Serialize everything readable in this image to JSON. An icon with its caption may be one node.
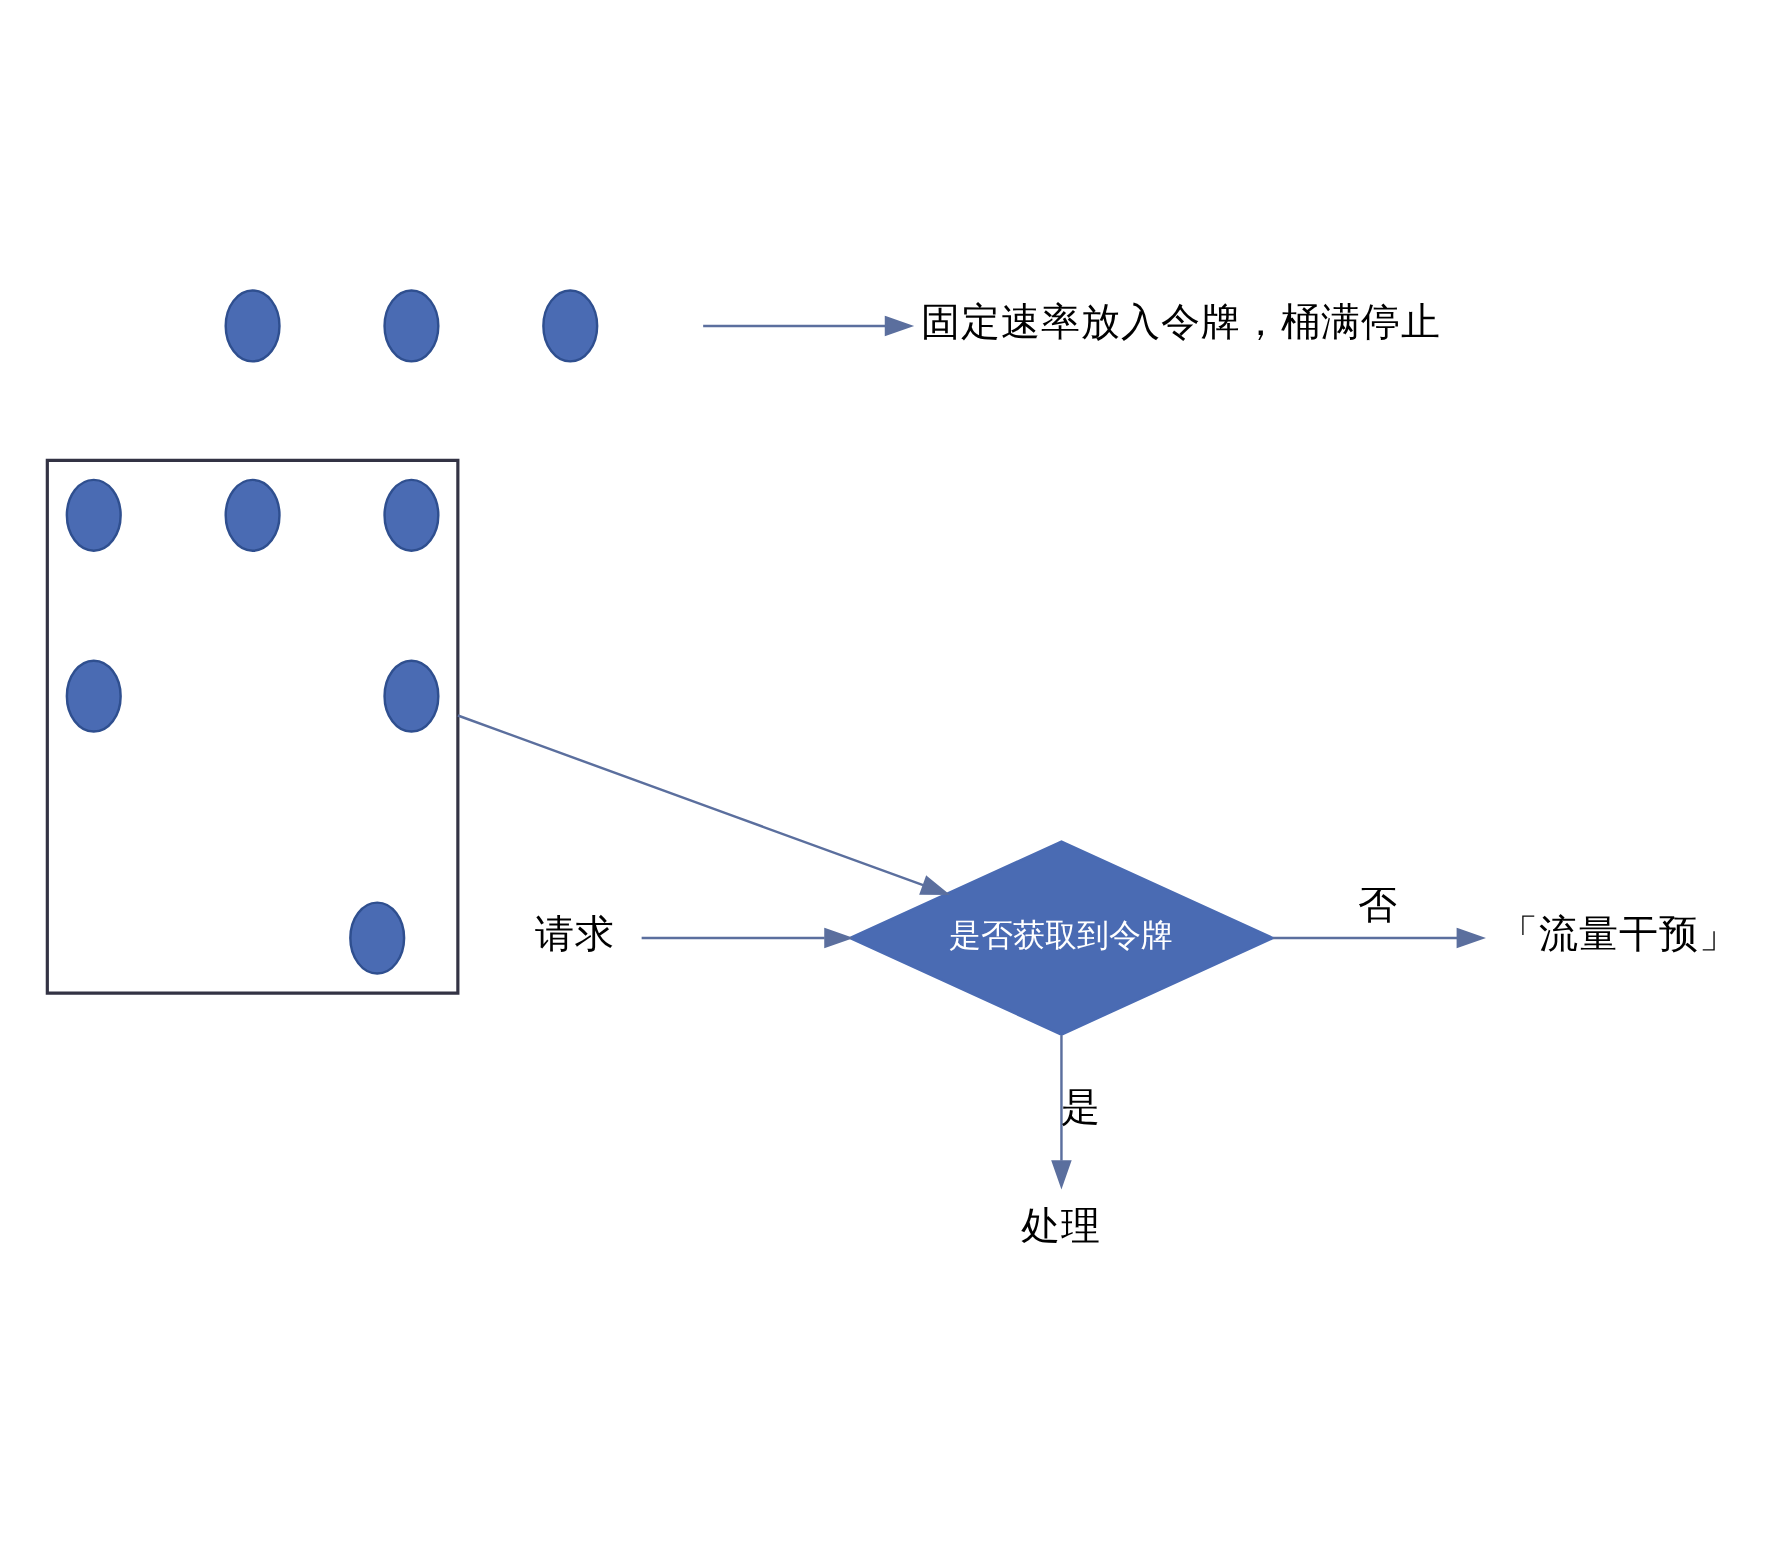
{
  "diagram": {
    "nodes": [
      {
        "text": [],
        "shape": "circle"
      },
      {
        "text": [],
        "shape": "circle"
      },
      {
        "text": [],
        "shape": "circle"
      },
      {
        "text": [
          "固定速率放入令牌，桶满停止"
        ]
      },
      {
        "text": [],
        "shape": "trapezoid"
      },
      {
        "text": [],
        "shape": "circle",
        "in": 4
      },
      {
        "text": [],
        "shape": "circle",
        "in": 4
      },
      {
        "text": [],
        "shape": "circle",
        "in": 4
      },
      {
        "text": [],
        "shape": "circle",
        "in": 4
      },
      {
        "text": [],
        "shape": "circle",
        "in": 4
      },
      {
        "text": [],
        "shape": "circle",
        "in": 4
      },
      {
        "text": [
          "请求"
        ]
      },
      {
        "text": [
          "是否获取到令牌"
        ]
      },
      {
        "text": [
          "「流量干预」"
        ]
      },
      {
        "text": [
          "处理"
        ]
      }
    ],
    "edges": [
      {
        "from": null,
        "to": 3,
        "arrow": "to"
      },
      {
        "from": 4,
        "to": 12,
        "arrow": "to"
      },
      {
        "from": 11,
        "to": 12,
        "arrow": "to"
      },
      {
        "from": 12,
        "to": 13,
        "arrow": "to",
        "label": "否"
      },
      {
        "from": 12,
        "to": 14,
        "arrow": "to",
        "label": "是"
      }
    ]
  }
}
